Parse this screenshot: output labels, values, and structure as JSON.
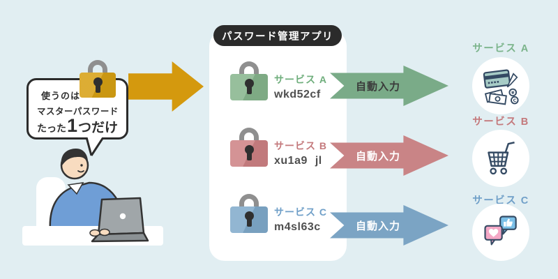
{
  "background_color": "#e1eef2",
  "app_panel": {
    "title": "パスワード管理アプリ",
    "entries": [
      {
        "service": "サービス A",
        "password": "wkd52cf",
        "lock_color": "#86b58c",
        "label_color": "#6fae7c"
      },
      {
        "service": "サービス B",
        "password": "xu1a9 jl",
        "lock_color": "#cd8184",
        "label_color": "#c4797c"
      },
      {
        "service": "サービス C",
        "password": "m4sl63c",
        "lock_color": "#80aacb",
        "label_color": "#6f9fc8"
      }
    ]
  },
  "speech_bubble": {
    "line1": "使うのは",
    "line2": "マスターパスワード",
    "line3_small": "たった",
    "line3_big": "1",
    "line3_rest": "つだけ"
  },
  "autofill": {
    "label": "自動入力"
  },
  "master_lock_color": "#d7a013",
  "master_arrow_color": "#d4990e",
  "services": [
    {
      "label": "サービス A",
      "icon": "payment-money-icon",
      "color": "#7bb48b",
      "arrow_color": "#7aab88"
    },
    {
      "label": "サービス B",
      "icon": "shopping-cart-icon",
      "color": "#c4797c",
      "arrow_color": "#c98486"
    },
    {
      "label": "サービス C",
      "icon": "social-reactions-icon",
      "color": "#6f9fc8",
      "arrow_color": "#7ba4c4"
    }
  ],
  "title_pill_color": "#2b2b2b"
}
